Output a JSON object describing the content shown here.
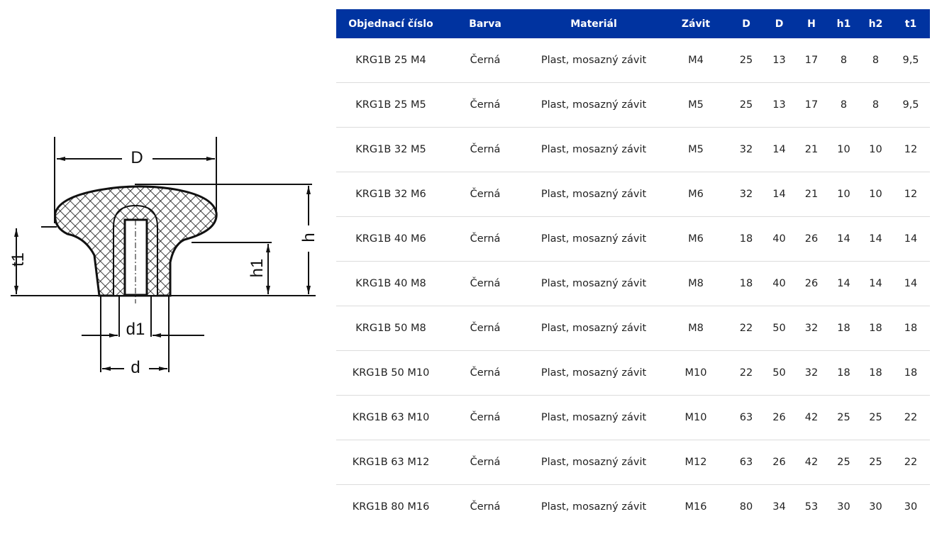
{
  "drawing": {
    "labels": {
      "D": "D",
      "h": "h",
      "h1": "h1",
      "t1": "t1",
      "d1": "d1",
      "d": "d"
    }
  },
  "table": {
    "headers": [
      "Objednací číslo",
      "Barva",
      "Materiál",
      "Závit",
      "D",
      "D",
      "H",
      "h1",
      "h2",
      "t1"
    ],
    "rows": [
      [
        "KRG1B 25 M4",
        "Černá",
        "Plast, mosazný závit",
        "M4",
        "25",
        "13",
        "17",
        "8",
        "8",
        "9,5"
      ],
      [
        "KRG1B 25 M5",
        "Černá",
        "Plast, mosazný závit",
        "M5",
        "25",
        "13",
        "17",
        "8",
        "8",
        "9,5"
      ],
      [
        "KRG1B 32 M5",
        "Černá",
        "Plast, mosazný závit",
        "M5",
        "32",
        "14",
        "21",
        "10",
        "10",
        "12"
      ],
      [
        "KRG1B 32 M6",
        "Černá",
        "Plast, mosazný závit",
        "M6",
        "32",
        "14",
        "21",
        "10",
        "10",
        "12"
      ],
      [
        "KRG1B 40 M6",
        "Černá",
        "Plast, mosazný závit",
        "M6",
        "18",
        "40",
        "26",
        "14",
        "14",
        "14"
      ],
      [
        "KRG1B 40 M8",
        "Černá",
        "Plast, mosazný závit",
        "M8",
        "18",
        "40",
        "26",
        "14",
        "14",
        "14"
      ],
      [
        "KRG1B 50 M8",
        "Černá",
        "Plast, mosazný závit",
        "M8",
        "22",
        "50",
        "32",
        "18",
        "18",
        "18"
      ],
      [
        "KRG1B 50 M10",
        "Černá",
        "Plast, mosazný závit",
        "M10",
        "22",
        "50",
        "32",
        "18",
        "18",
        "18"
      ],
      [
        "KRG1B 63 M10",
        "Černá",
        "Plast, mosazný závit",
        "M10",
        "63",
        "26",
        "42",
        "25",
        "25",
        "22"
      ],
      [
        "KRG1B 63 M12",
        "Černá",
        "Plast, mosazný závit",
        "M12",
        "63",
        "26",
        "42",
        "25",
        "25",
        "22"
      ],
      [
        "KRG1B 80 M16",
        "Černá",
        "Plast, mosazný závit",
        "M16",
        "80",
        "34",
        "53",
        "30",
        "30",
        "30"
      ]
    ]
  }
}
